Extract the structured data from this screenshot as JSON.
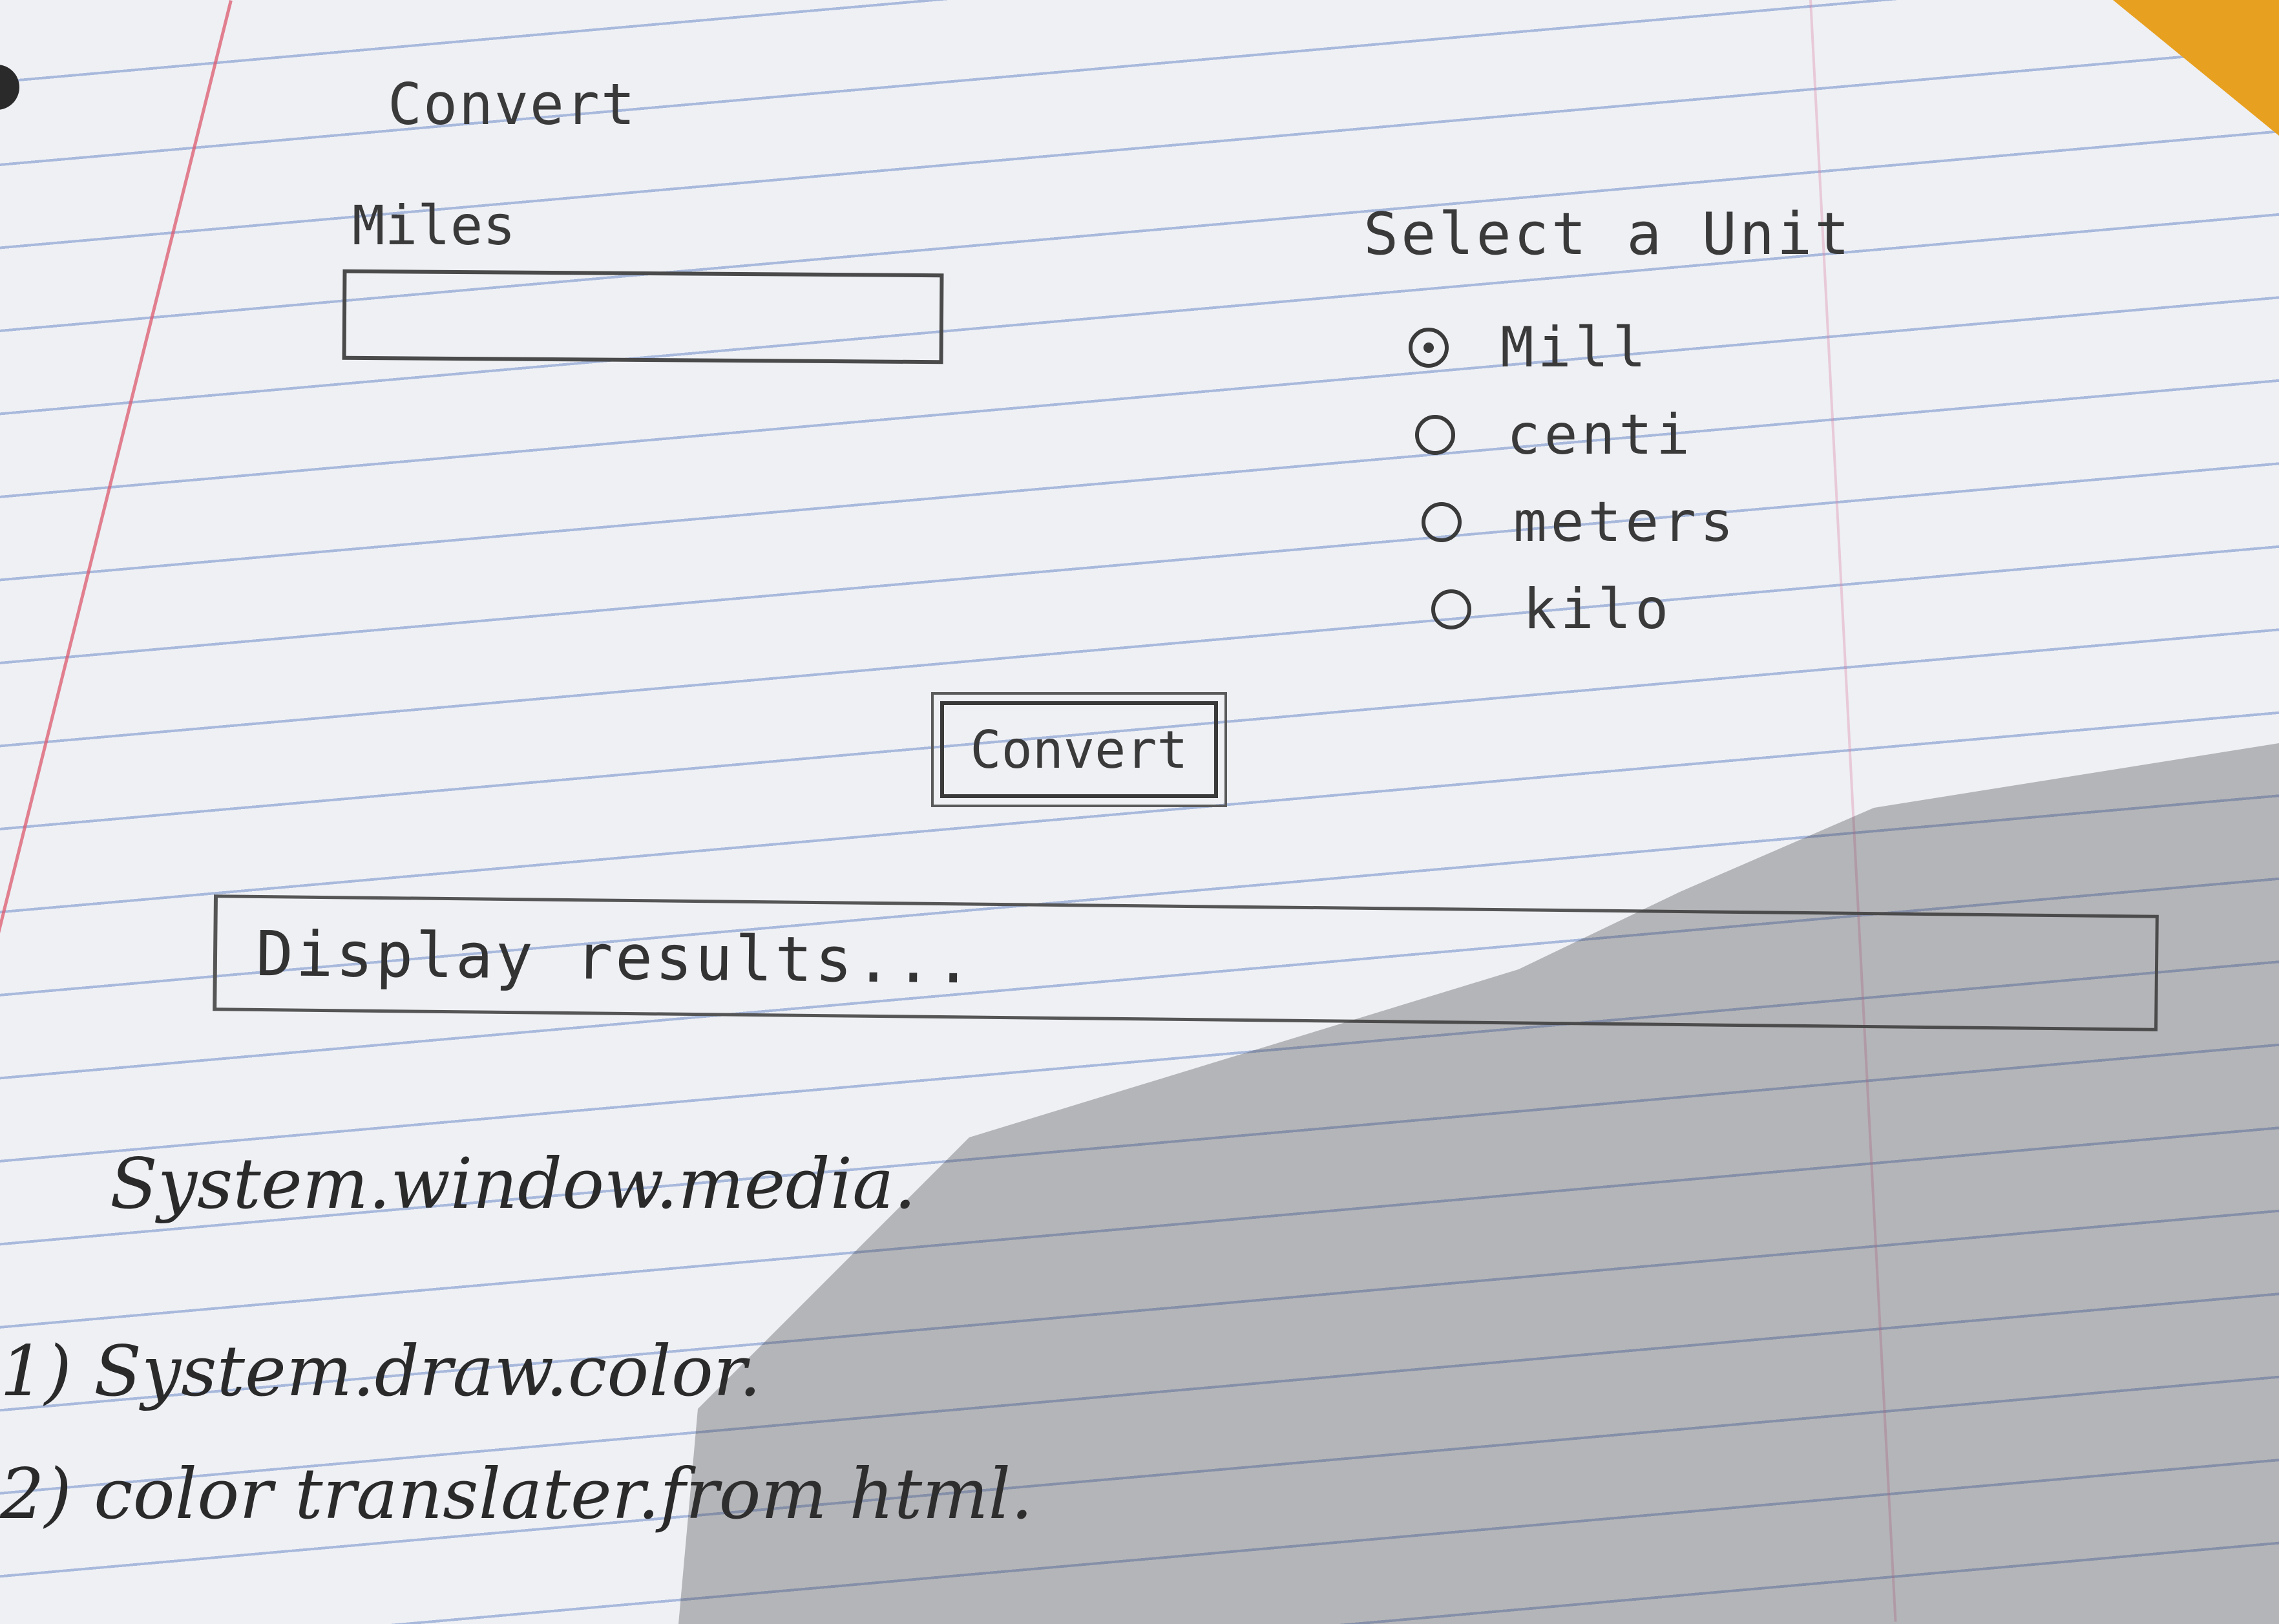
{
  "form": {
    "title": "Convert",
    "miles_label": "Miles",
    "miles_value": "",
    "unit_label": "Select a Unit",
    "units": [
      {
        "label": "Mill",
        "checked": true
      },
      {
        "label": "centi",
        "checked": false
      },
      {
        "label": "meters",
        "checked": false
      },
      {
        "label": "kilo",
        "checked": false
      }
    ],
    "convert_button": "Convert",
    "results_placeholder": "Display results..."
  },
  "notes": [
    "System.window.media.",
    "1) System.draw.color.",
    "2) color translater.from html."
  ]
}
